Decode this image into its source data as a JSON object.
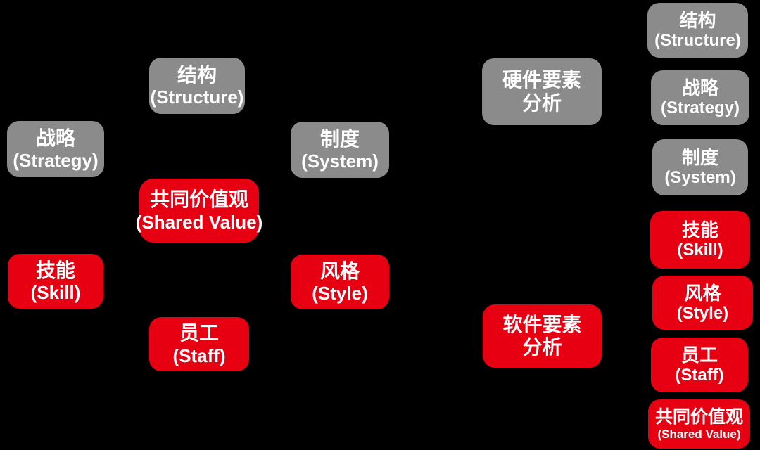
{
  "colors": {
    "background": "#000000",
    "hardware_box": "#8b8b8b",
    "software_box": "#e60012",
    "text": "#ffffff"
  },
  "diagram": {
    "left_cluster": {
      "structure": {
        "zh": "结构",
        "en": "(Structure)"
      },
      "strategy": {
        "zh": "战略",
        "en": "(Strategy)"
      },
      "system": {
        "zh": "制度",
        "en": "(System)"
      },
      "shared_value": {
        "zh": "共同价值观",
        "en": "(Shared Value)"
      },
      "skill": {
        "zh": "技能",
        "en": "(Skill)"
      },
      "style": {
        "zh": "风格",
        "en": "(Style)"
      },
      "staff": {
        "zh": "员工",
        "en": "(Staff)"
      }
    },
    "labels": {
      "hardware": {
        "line1": "硬件要素",
        "line2": "分析"
      },
      "software": {
        "line1": "软件要素",
        "line2": "分析"
      }
    },
    "right_column": {
      "structure": {
        "zh": "结构",
        "en": "(Structure)"
      },
      "strategy": {
        "zh": "战略",
        "en": "(Strategy)"
      },
      "system": {
        "zh": "制度",
        "en": "(System)"
      },
      "skill": {
        "zh": "技能",
        "en": "(Skill)"
      },
      "style": {
        "zh": "风格",
        "en": "(Style)"
      },
      "staff": {
        "zh": "员工",
        "en": "(Staff)"
      },
      "shared_value": {
        "zh": "共同价值观",
        "en": "(Shared Value)"
      }
    }
  }
}
